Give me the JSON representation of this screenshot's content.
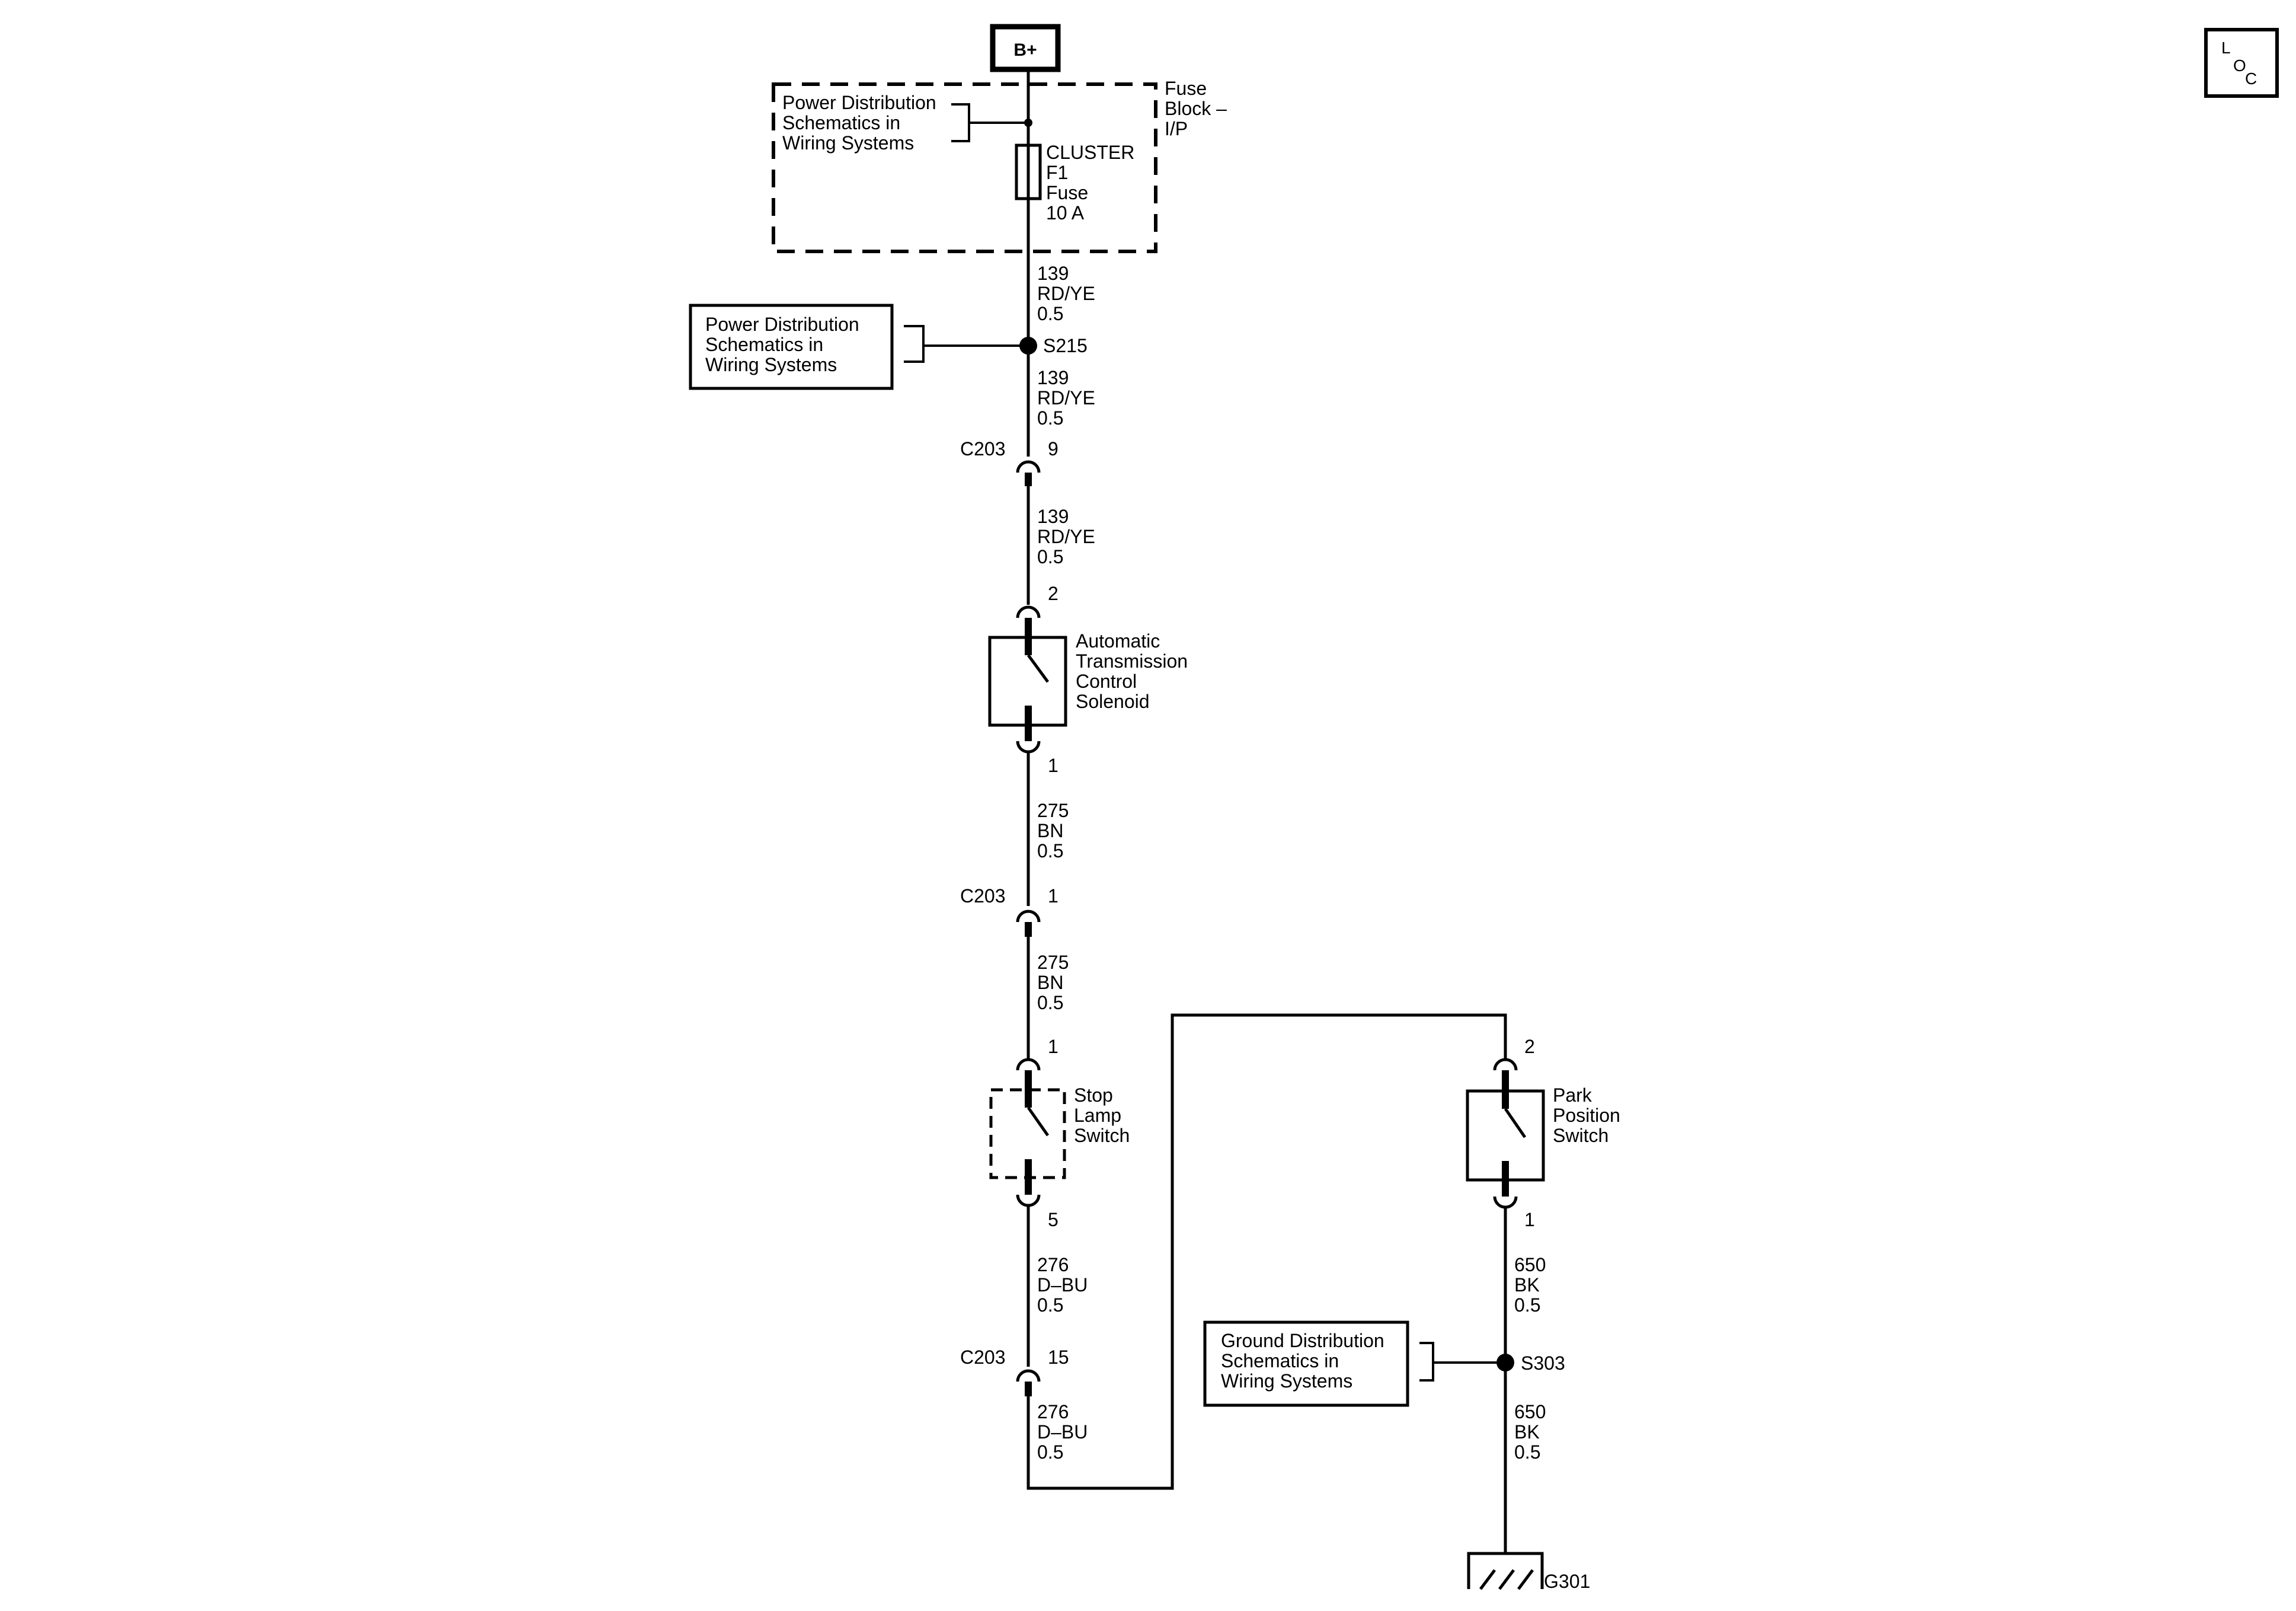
{
  "power_source": {
    "label": "B+"
  },
  "loc_symbol": {
    "l": "L",
    "o": "O",
    "c": "C"
  },
  "fuse_block": {
    "label_lines": [
      "Fuse",
      "Block –",
      "I/P"
    ]
  },
  "fuse": {
    "label_lines": [
      "CLUSTER",
      "F1",
      "Fuse",
      "10 A"
    ]
  },
  "ref_power_1": {
    "lines": [
      "Power Distribution",
      "Schematics in",
      "Wiring Systems"
    ]
  },
  "ref_power_2": {
    "lines": [
      "Power Distribution",
      "Schematics in",
      "Wiring Systems"
    ]
  },
  "ref_ground": {
    "lines": [
      "Ground Distribution",
      "Schematics in",
      "Wiring Systems"
    ]
  },
  "splice_s215": {
    "label": "S215"
  },
  "splice_s303": {
    "label": "S303"
  },
  "wires": {
    "w1": [
      "139",
      "RD/YE",
      "0.5"
    ],
    "w2": [
      "139",
      "RD/YE",
      "0.5"
    ],
    "w3": [
      "139",
      "RD/YE",
      "0.5"
    ],
    "w4": [
      "275",
      "BN",
      "0.5"
    ],
    "w5": [
      "275",
      "BN",
      "0.5"
    ],
    "w6": [
      "276",
      "D–BU",
      "0.5"
    ],
    "w7": [
      "276",
      "D–BU",
      "0.5"
    ],
    "w8": [
      "650",
      "BK",
      "0.5"
    ],
    "w9": [
      "650",
      "BK",
      "0.5"
    ]
  },
  "connectors": {
    "c203_a": {
      "name": "C203",
      "pin": "9"
    },
    "c203_b": {
      "name": "C203",
      "pin": "1"
    },
    "c203_c": {
      "name": "C203",
      "pin": "15"
    }
  },
  "solenoid": {
    "label_lines": [
      "Automatic",
      "Transmission",
      "Control",
      "Solenoid"
    ],
    "pin_top": "2",
    "pin_bottom": "1"
  },
  "stop_lamp_switch": {
    "label_lines": [
      "Stop",
      "Lamp",
      "Switch"
    ],
    "pin_top": "1",
    "pin_bottom": "5"
  },
  "park_position_switch": {
    "label_lines": [
      "Park",
      "Position",
      "Switch"
    ],
    "pin_top": "2",
    "pin_bottom": "1"
  },
  "ground": {
    "label": "G301"
  }
}
